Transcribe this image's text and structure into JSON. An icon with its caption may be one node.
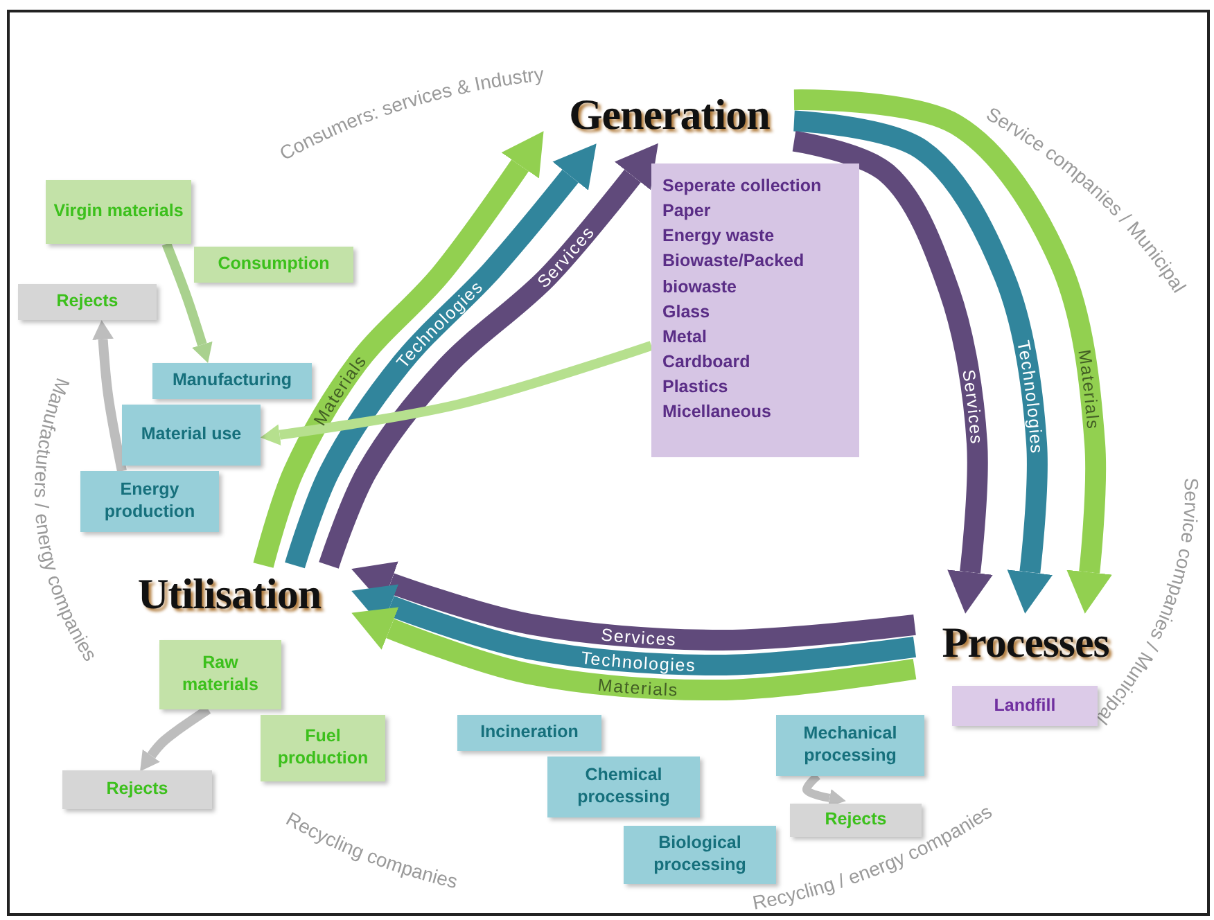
{
  "diagram": {
    "nodes": [
      {
        "text": [
          "Generation"
        ]
      },
      {
        "text": [
          "Processes"
        ]
      },
      {
        "text": [
          "Utilisation"
        ]
      },
      {
        "text": [
          "Virgin materials"
        ]
      },
      {
        "text": [
          "Consumption"
        ]
      },
      {
        "text": [
          "Rejects"
        ]
      },
      {
        "text": [
          "Manufacturing"
        ]
      },
      {
        "text": [
          "Material use"
        ]
      },
      {
        "text": [
          "Energy production"
        ]
      },
      {
        "text": [
          "Seperate collection",
          "Paper",
          "Energy  waste",
          "Biowaste/Packed biowaste",
          "Glass",
          "Metal",
          "Cardboard",
          "Plastics",
          "Micellaneous"
        ]
      },
      {
        "text": [
          "Landfill"
        ]
      },
      {
        "text": [
          "Mechanical processing"
        ]
      },
      {
        "text": [
          "Incineration"
        ]
      },
      {
        "text": [
          "Chemical processing"
        ]
      },
      {
        "text": [
          "Biological processing"
        ]
      },
      {
        "text": [
          "Raw materials"
        ]
      },
      {
        "text": [
          "Fuel production"
        ]
      },
      {
        "text": [
          "Rejects"
        ]
      },
      {
        "text": [
          "Rejects"
        ]
      }
    ],
    "edges": [
      {
        "from": 2,
        "to": 0,
        "arrow": "to",
        "label": "Materials",
        "color": "#92d050"
      },
      {
        "from": 2,
        "to": 0,
        "arrow": "to",
        "label": "Technologies",
        "color": "#31859c"
      },
      {
        "from": 2,
        "to": 0,
        "arrow": "to",
        "label": "Services",
        "color": "#604a7b"
      },
      {
        "from": 0,
        "to": 1,
        "arrow": "to",
        "label": "Materials",
        "color": "#92d050"
      },
      {
        "from": 0,
        "to": 1,
        "arrow": "to",
        "label": "Technologies",
        "color": "#31859c"
      },
      {
        "from": 0,
        "to": 1,
        "arrow": "to",
        "label": "Services",
        "color": "#604a7b"
      },
      {
        "from": 1,
        "to": 2,
        "arrow": "to",
        "label": "Services",
        "color": "#604a7b"
      },
      {
        "from": 1,
        "to": 2,
        "arrow": "to",
        "label": "Technologies",
        "color": "#31859c"
      },
      {
        "from": 1,
        "to": 2,
        "arrow": "to",
        "label": "Materials",
        "color": "#92d050"
      },
      {
        "from": 3,
        "to": 6,
        "arrow": "to",
        "color": "#a9d18e"
      },
      {
        "from": 8,
        "to": 5,
        "arrow": "to",
        "color": "#bdbdbd"
      },
      {
        "from": 9,
        "to": 7,
        "arrow": "to",
        "color": "#b6e08e"
      },
      {
        "from": 15,
        "to": 17,
        "arrow": "to",
        "color": "#bdbdbd"
      },
      {
        "from": 11,
        "to": 18,
        "arrow": "to",
        "color": "#bdbdbd"
      }
    ],
    "labels": [
      "Consumers: services & Industry",
      "Service companies / Municipal",
      "Service companies / Municipal",
      "Manufacturers / energy companies",
      "Recycling companies",
      "Recycling / energy companies"
    ]
  }
}
